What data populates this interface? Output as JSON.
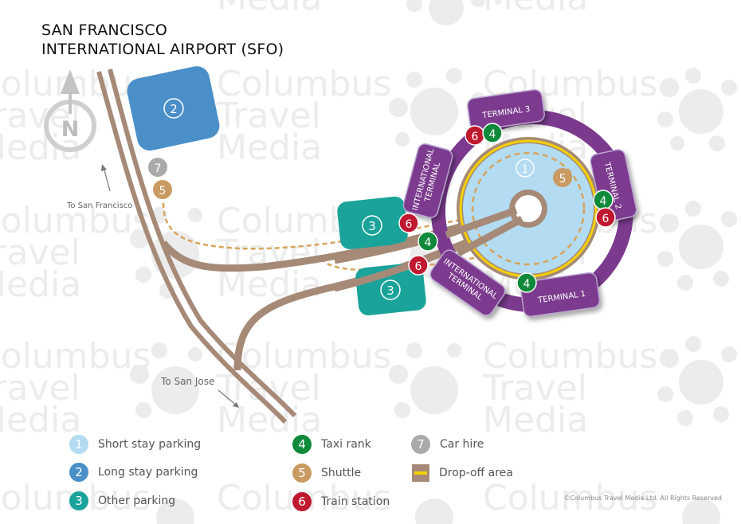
{
  "title": {
    "line1": "SAN FRANCISCO",
    "line2": "INTERNATIONAL AIRPORT (SFO)"
  },
  "watermark": {
    "line1": "Columbus",
    "line2": "Travel",
    "line3": "Media"
  },
  "compass": {
    "letter": "N",
    "icon": "north-arrow-icon"
  },
  "directions": {
    "north": "To San Francisco",
    "south": "To San Jose"
  },
  "terminals": {
    "t1": "TERMINAL 1",
    "t2": "TERMINAL 2",
    "t3": "TERMINAL 3",
    "intl_line1": "INTERNATIONAL",
    "intl_line2": "TERMINAL"
  },
  "markers": {
    "short_stay": "1",
    "long_stay": "2",
    "other": "3",
    "taxi": "4",
    "shuttle": "5",
    "train": "6",
    "car_hire": "7"
  },
  "legend": [
    {
      "num": "1",
      "label": "Short stay parking",
      "color": "#b3dcf2"
    },
    {
      "num": "2",
      "label": "Long stay parking",
      "color": "#4a8fc8"
    },
    {
      "num": "3",
      "label": "Other parking",
      "color": "#1aa39a"
    },
    {
      "num": "4",
      "label": "Taxi rank",
      "color": "#0e8a3a"
    },
    {
      "num": "5",
      "label": "Shuttle",
      "color": "#c99a62"
    },
    {
      "num": "6",
      "label": "Train station",
      "color": "#c0182f"
    },
    {
      "num": "7",
      "label": "Car hire",
      "color": "#aaaaaa"
    },
    {
      "num": "",
      "label": "Drop-off area",
      "color": "#a68a77"
    }
  ],
  "colors": {
    "road": "#a68a77",
    "terminal": "#7b3a8e",
    "dropoff_line": "#f5d000",
    "shuttle_route": "#d7a45c",
    "short_stay": "#b3dcf2",
    "long_stay": "#4a8fc8",
    "other_parking": "#1aa39a",
    "taxi": "#0e8a3a",
    "shuttle": "#c99a62",
    "train": "#c0182f",
    "car_hire": "#aaaaaa"
  },
  "copyright": "©Columbus Travel Media Ltd. All Rights Reserved"
}
